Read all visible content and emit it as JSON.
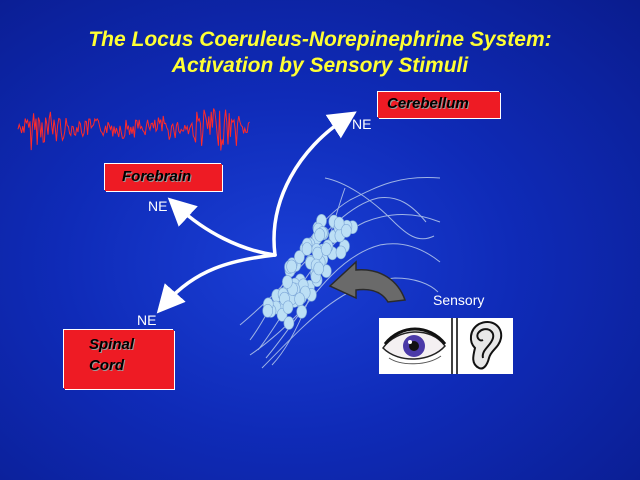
{
  "title": {
    "line1": "The Locus Coeruleus-Norepinephrine System:",
    "line2": "Activation by Sensory Stimuli"
  },
  "regions": {
    "cerebellum": "Cerebellum",
    "forebrain": "Forebrain",
    "spinal_cord_line1": "Spinal",
    "spinal_cord_line2": "Cord"
  },
  "labels": {
    "ne_top": "NE",
    "ne_left": "NE",
    "ne_bottom": "NE",
    "sensory": "Sensory"
  },
  "icons": [
    "eye-icon",
    "ear-icon"
  ],
  "colors": {
    "background": "#1234c8",
    "title": "#ffff33",
    "region_box": "#ee1b24",
    "neuron": "#bcdff5",
    "arrow": "#ffffff"
  }
}
